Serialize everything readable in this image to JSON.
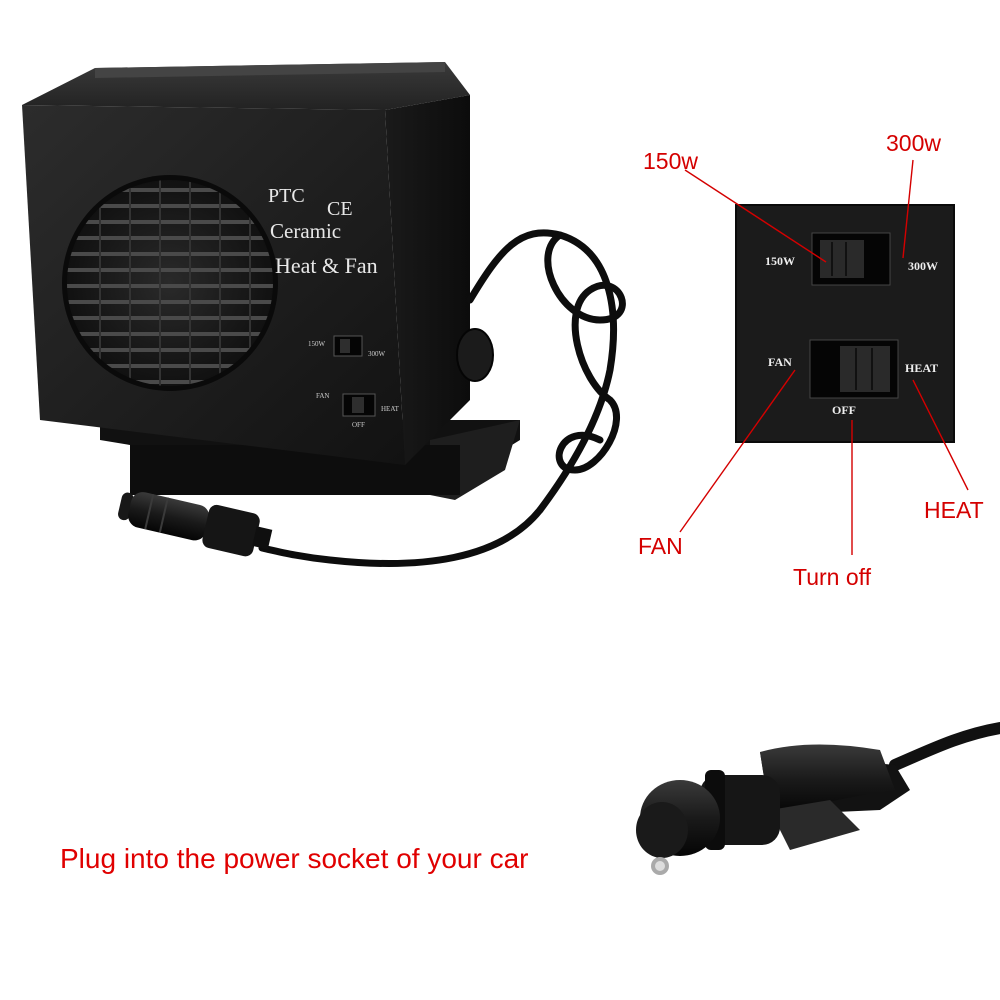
{
  "heater": {
    "brand_line": "PTC",
    "cert_mark": "CE",
    "name_line1": "Ceramic",
    "name_line2": "Heat & Fan",
    "switch_top_left": "150W",
    "switch_top_right": "300W",
    "switch_bottom_left": "FAN",
    "switch_bottom_right": "HEAT",
    "switch_bottom_center": "OFF"
  },
  "closeup": {
    "label_150": "150W",
    "label_300": "300W",
    "label_fan": "FAN",
    "label_heat": "HEAT",
    "label_off": "OFF"
  },
  "callouts": {
    "power_150": "150w",
    "power_300": "300w",
    "fan": "FAN",
    "heat": "HEAT",
    "off": "Turn off"
  },
  "caption": "Plug into the power socket of your car",
  "colors": {
    "callout": "#d40000",
    "body": "#1c1c1c"
  }
}
